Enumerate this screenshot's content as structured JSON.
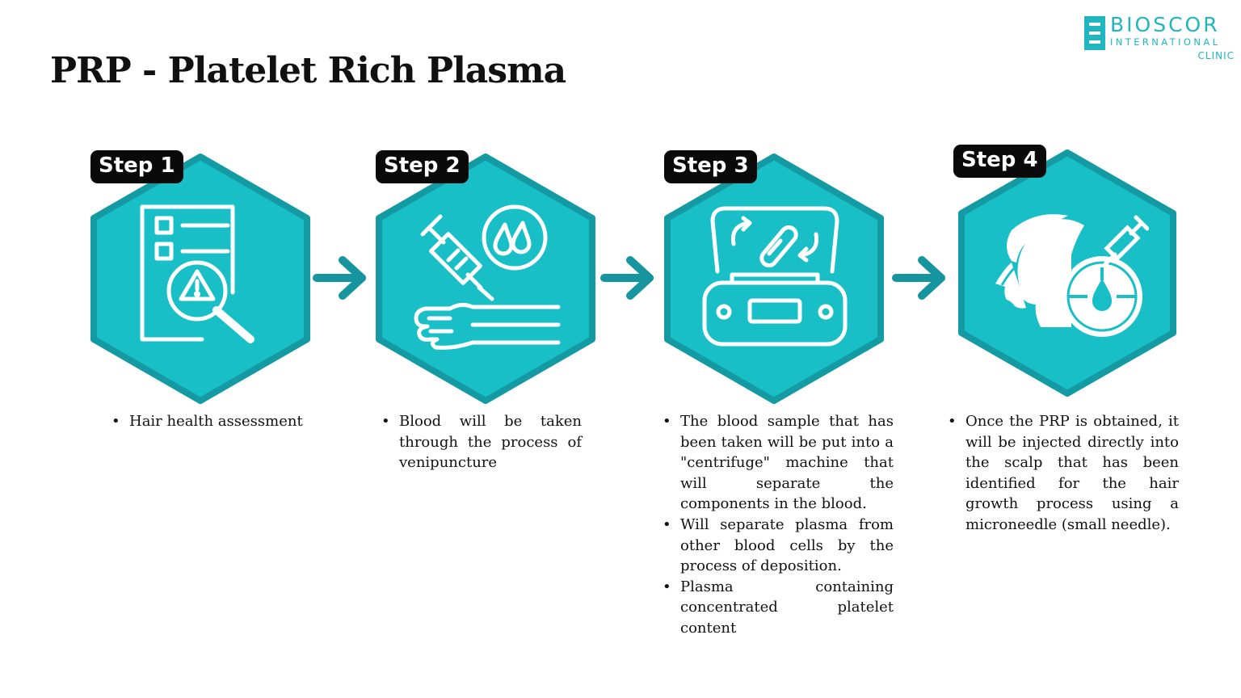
{
  "title": "PRP - Platelet Rich Plasma",
  "logo": {
    "name": "BIOSCOR",
    "sub": "INTERNATIONAL",
    "clinic": "CLINIC"
  },
  "colors": {
    "hexagon_fill": "#19bfc6",
    "hexagon_border": "#139aa3",
    "arrow": "#17959e",
    "badge": "#0a0a0a",
    "logo": "#1fb6bf"
  },
  "steps": [
    {
      "label": "Step 1",
      "icon": "assessment-document-icon",
      "bullets": [
        "Hair health assessment"
      ]
    },
    {
      "label": "Step 2",
      "icon": "blood-draw-syringe-icon",
      "bullets": [
        "Blood will be taken through the process of venipuncture"
      ]
    },
    {
      "label": "Step 3",
      "icon": "centrifuge-machine-icon",
      "bullets": [
        "The blood sample that has been taken will be put into a \"centrifuge\" machine that will separate the components in the blood.",
        "Will separate plasma from other blood cells by the process of deposition.",
        "Plasma containing concentrated platelet content"
      ]
    },
    {
      "label": "Step 4",
      "icon": "scalp-injection-icon",
      "bullets": [
        "Once the PRP is obtained, it will be injected directly into the scalp that has been identified for the hair growth process using a microneedle (small needle)."
      ]
    }
  ]
}
